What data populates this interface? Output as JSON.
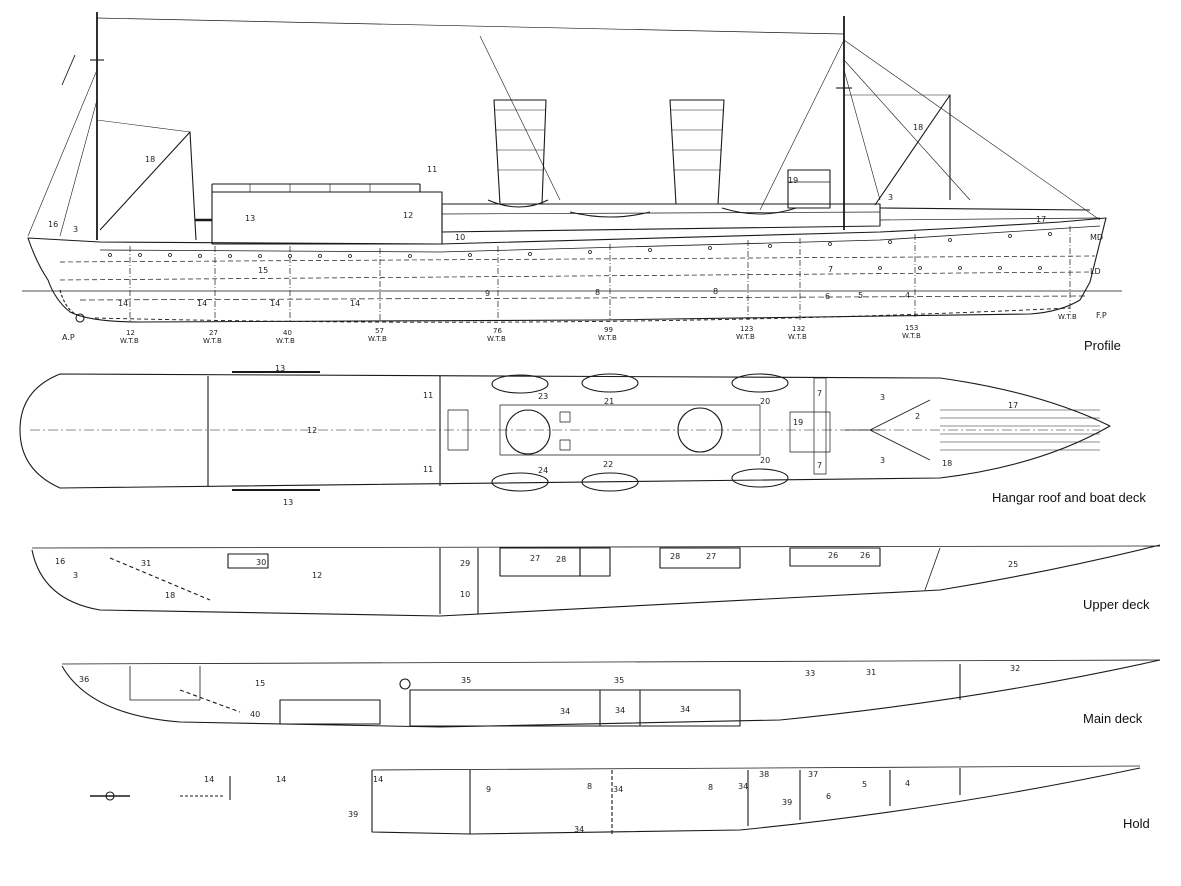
{
  "views": {
    "profile": "Profile",
    "hangar": "Hangar roof and boat deck",
    "upper": "Upper deck",
    "main": "Main deck",
    "hold": "Hold"
  },
  "profile_marks": {
    "aft": "A.P",
    "fwd": "F.P",
    "md": "MD",
    "ld": "LD"
  },
  "frames": [
    {
      "num": "12",
      "tag": "W.T.B"
    },
    {
      "num": "27",
      "tag": "W.T.B"
    },
    {
      "num": "40",
      "tag": "W.T.B"
    },
    {
      "num": "57",
      "tag": "W.T.B"
    },
    {
      "num": "76",
      "tag": "W.T.B"
    },
    {
      "num": "99",
      "tag": "W.T.B"
    },
    {
      "num": "123",
      "tag": "W.T.B"
    },
    {
      "num": "132",
      "tag": "W.T.B"
    },
    {
      "num": "153",
      "tag": "W.T.B"
    },
    {
      "num": "",
      "tag": "W.T.B"
    }
  ],
  "labels": {
    "profile": [
      "16",
      "3",
      "18",
      "13",
      "12",
      "11",
      "10",
      "15",
      "9",
      "8",
      "8",
      "14",
      "14",
      "14",
      "14",
      "19",
      "3",
      "18",
      "17",
      "7",
      "6",
      "5",
      "4"
    ],
    "hangar": [
      "13",
      "11",
      "12",
      "11",
      "13",
      "23",
      "21",
      "20",
      "24",
      "22",
      "20",
      "7",
      "19",
      "7",
      "3",
      "2",
      "17",
      "3",
      "18"
    ],
    "upper": [
      "16",
      "31",
      "3",
      "18",
      "30",
      "12",
      "29",
      "10",
      "27",
      "28",
      "28",
      "27",
      "26",
      "26",
      "25"
    ],
    "main": [
      "36",
      "15",
      "40",
      "35",
      "35",
      "33",
      "31",
      "32",
      "34",
      "34",
      "34"
    ],
    "hold": [
      "14",
      "14",
      "14",
      "39",
      "9",
      "8",
      "34",
      "34",
      "8",
      "34",
      "38",
      "37",
      "39",
      "6",
      "5",
      "4"
    ]
  }
}
